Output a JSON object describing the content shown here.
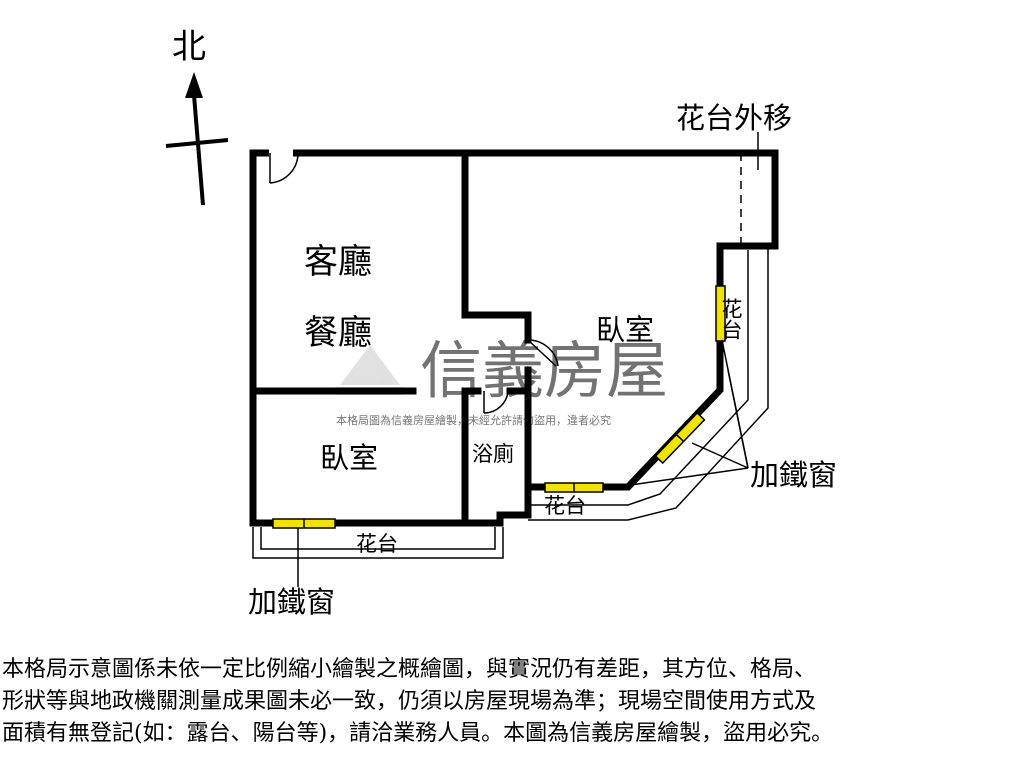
{
  "compass": {
    "label": "北"
  },
  "rooms": {
    "living": "客廳",
    "dining": "餐廳",
    "bedroom_main": "臥室",
    "bedroom_small": "臥室",
    "bathroom": "浴廁"
  },
  "annotations": {
    "planter_moved": "花台外移",
    "planter_right": "花台",
    "planter_mid": "花台",
    "planter_bottom": "花台",
    "iron_window_right": "加鐵窗",
    "iron_window_bottom": "加鐵窗"
  },
  "watermark": {
    "brand": "信義房屋",
    "notice": "本格局圖為信義房屋繪製，未經允許請勿盜用，違者必究"
  },
  "disclaimer": {
    "line1": "本格局示意圖係未依一定比例縮小繪製之概繪圖，與實況仍有差距，其方位、格局、",
    "line2": "形狀等與地政機關測量成果圖未必一致，仍須以房屋現場為準；現場空間使用方式及",
    "line3": "面積有無登記(如：露台、陽台等)，請洽業務人員。本圖為信義房屋繪製，盜用必究。"
  },
  "colors": {
    "wall": "#000000",
    "window": "#f2e200",
    "watermark": "#c8c8c8"
  }
}
